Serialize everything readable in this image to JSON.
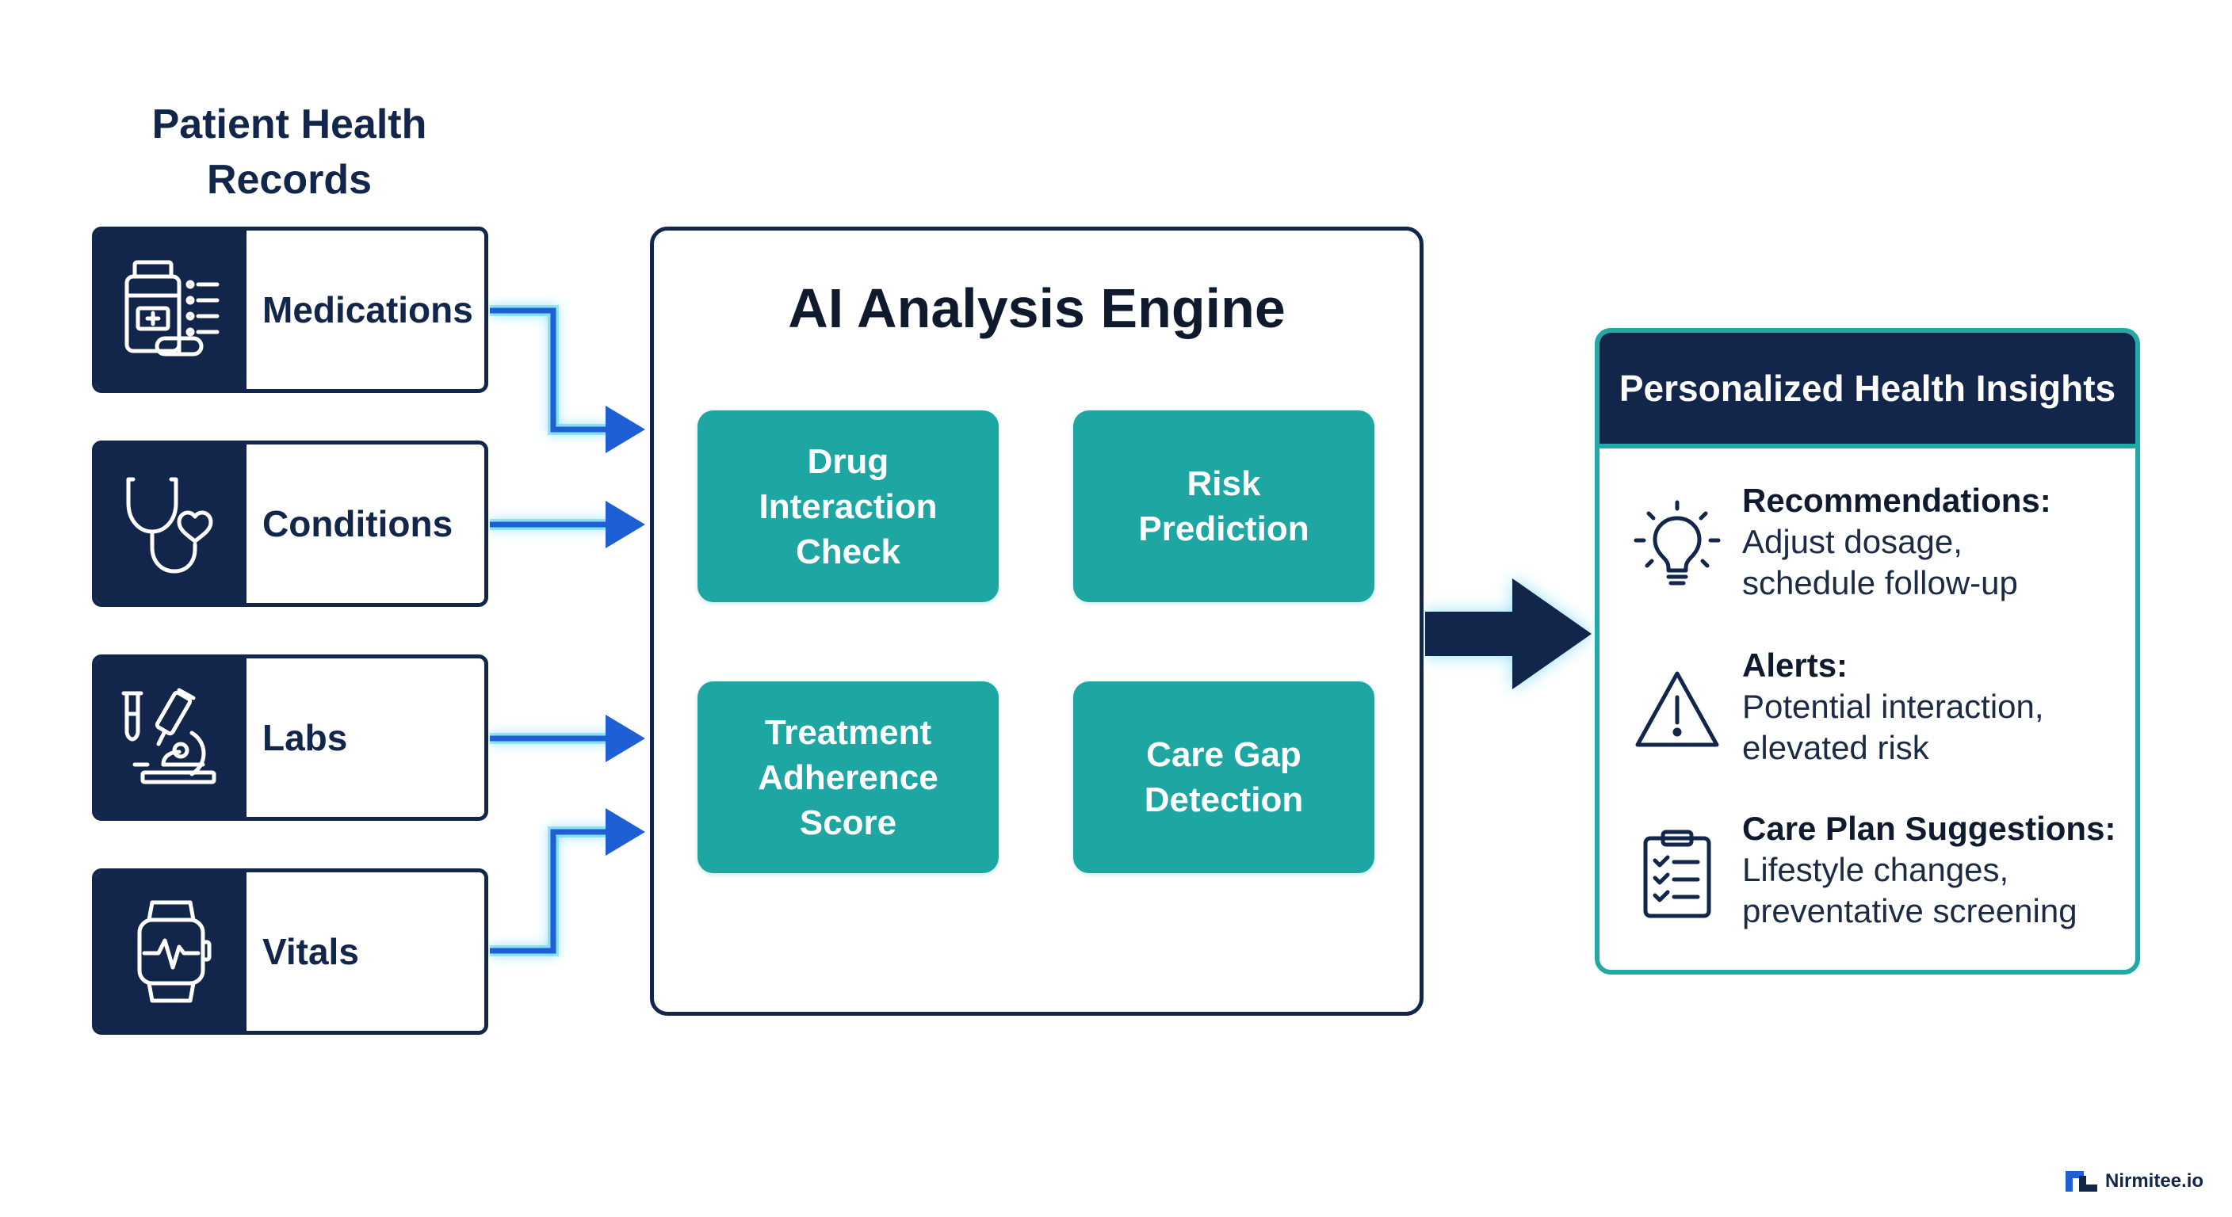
{
  "diagram": {
    "inputs_title": "Patient Health\nRecords",
    "inputs": [
      {
        "label": "Medications",
        "icon": "medication-bottle-icon"
      },
      {
        "label": "Conditions",
        "icon": "stethoscope-icon"
      },
      {
        "label": "Labs",
        "icon": "microscope-icon"
      },
      {
        "label": "Vitals",
        "icon": "smartwatch-heartbeat-icon"
      }
    ],
    "engine": {
      "title": "AI Analysis Engine",
      "modules": [
        {
          "label": "Drug\nInteraction\nCheck"
        },
        {
          "label": "Risk\nPrediction"
        },
        {
          "label": "Treatment\nAdherence\nScore"
        },
        {
          "label": "Care Gap\nDetection"
        }
      ]
    },
    "output": {
      "title": "Personalized Health Insights",
      "items": [
        {
          "title": "Recommendations:",
          "body": "Adjust dosage,\nschedule follow-up",
          "icon": "lightbulb-icon"
        },
        {
          "title": "Alerts:",
          "body": "Potential interaction,\nelevated risk",
          "icon": "warning-triangle-icon"
        },
        {
          "title": "Care Plan Suggestions:",
          "body": "Lifestyle changes,\npreventative screening",
          "icon": "clipboard-checklist-icon"
        }
      ]
    },
    "brand": "Nirmitee.io"
  },
  "colors": {
    "navy": "#12254a",
    "teal": "#1ea6a3",
    "arrow_blue": "#1f5fd6",
    "arrow_glow": "#39c9f0"
  }
}
